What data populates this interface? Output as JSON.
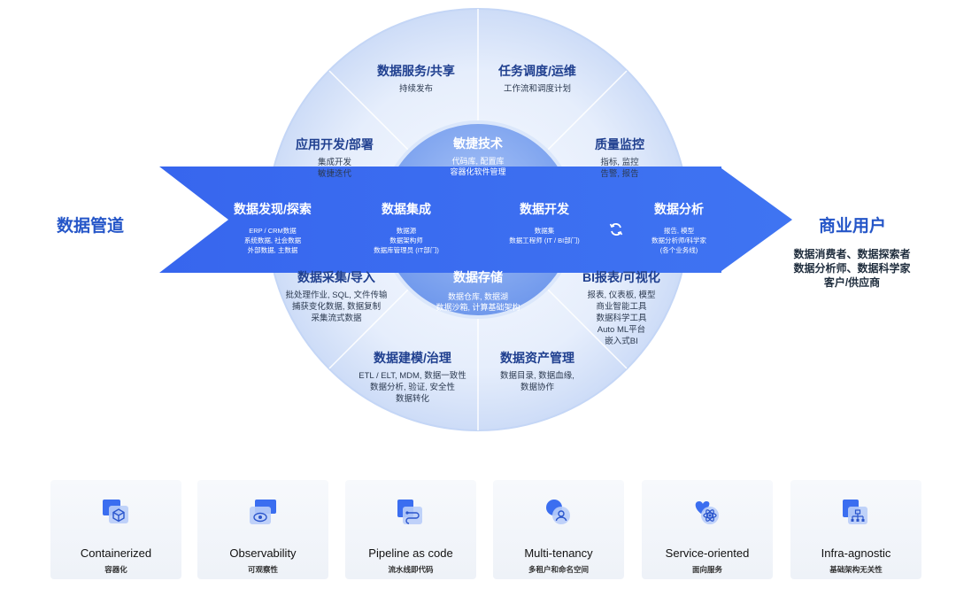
{
  "pipeline_label": "数据管道",
  "business_users": {
    "title": "商业用户",
    "lines": [
      "数据消费者、数据探索者",
      "数据分析师、数据科学家",
      "客户/供应商"
    ]
  },
  "outer_segments": [
    {
      "title": "数据服务/共享",
      "lines": [
        "持续发布"
      ]
    },
    {
      "title": "任务调度/运维",
      "lines": [
        "工作流和调度计划"
      ]
    },
    {
      "title": "应用开发/部署",
      "lines": [
        "集成开发",
        "敏捷迭代"
      ]
    },
    {
      "title": "质量监控",
      "lines": [
        "指标, 监控",
        "告警, 报告"
      ]
    },
    {
      "title": "数据采集/导入",
      "lines": [
        "批处理作业, SQL, 文件传输",
        "捕获变化数据, 数据复制",
        "采集流式数据"
      ]
    },
    {
      "title": "BI报表/可视化",
      "lines": [
        "报表, 仪表板, 模型",
        "商业智能工具",
        "数据科学工具",
        "Auto ML平台",
        "嵌入式BI"
      ]
    },
    {
      "title": "数据建模/治理",
      "lines": [
        "ETL / ELT, MDM, 数据一致性",
        "数据分析, 验证, 安全性",
        "数据转化"
      ]
    },
    {
      "title": "数据资产管理",
      "lines": [
        "数据目录, 数据血缘,",
        "数据协作"
      ]
    }
  ],
  "inner": {
    "top": {
      "title": "敏捷技术",
      "lines": [
        "代码库, 配置库",
        "容器化软件管理"
      ]
    },
    "bottom": {
      "title": "数据存储",
      "lines": [
        "数据仓库, 数据湖",
        "数据沙箱, 计算基础架构"
      ]
    }
  },
  "arrow_stages": [
    {
      "title": "数据发现/探索",
      "lines": [
        "ERP / CRM数据",
        "系统数据, 社会数据",
        "外部数据, 主数据"
      ]
    },
    {
      "title": "数据集成",
      "lines": [
        "数据源",
        "数据架构师",
        "数据库管理员 (IT部门)"
      ]
    },
    {
      "title": "数据开发",
      "lines": [
        "数据集",
        "数据工程师 (IT / BI部门)"
      ]
    },
    {
      "title": "数据分析",
      "lines": [
        "报告, 模型",
        "数据分析师/科学家",
        "(各个业务线)"
      ]
    }
  ],
  "cycle_icon": "refresh-icon",
  "features": [
    {
      "en": "Containerized",
      "cn": "容器化",
      "icon": "container-cube-icon"
    },
    {
      "en": "Observability",
      "cn": "可观察性",
      "icon": "eye-monitor-icon"
    },
    {
      "en": "Pipeline as code",
      "cn": "流水线即代码",
      "icon": "pipeline-code-icon"
    },
    {
      "en": "Multi-tenancy",
      "cn": "多租户和命名空间",
      "icon": "multi-tenant-icon"
    },
    {
      "en": "Service-oriented",
      "cn": "面向服务",
      "icon": "service-atom-icon"
    },
    {
      "en": "Infra-agnostic",
      "cn": "基础架构无关性",
      "icon": "infra-hierarchy-icon"
    }
  ],
  "colors": {
    "arrow": "#3b6ef0",
    "title": "#1f3f8f",
    "accent": "#2556c8"
  }
}
